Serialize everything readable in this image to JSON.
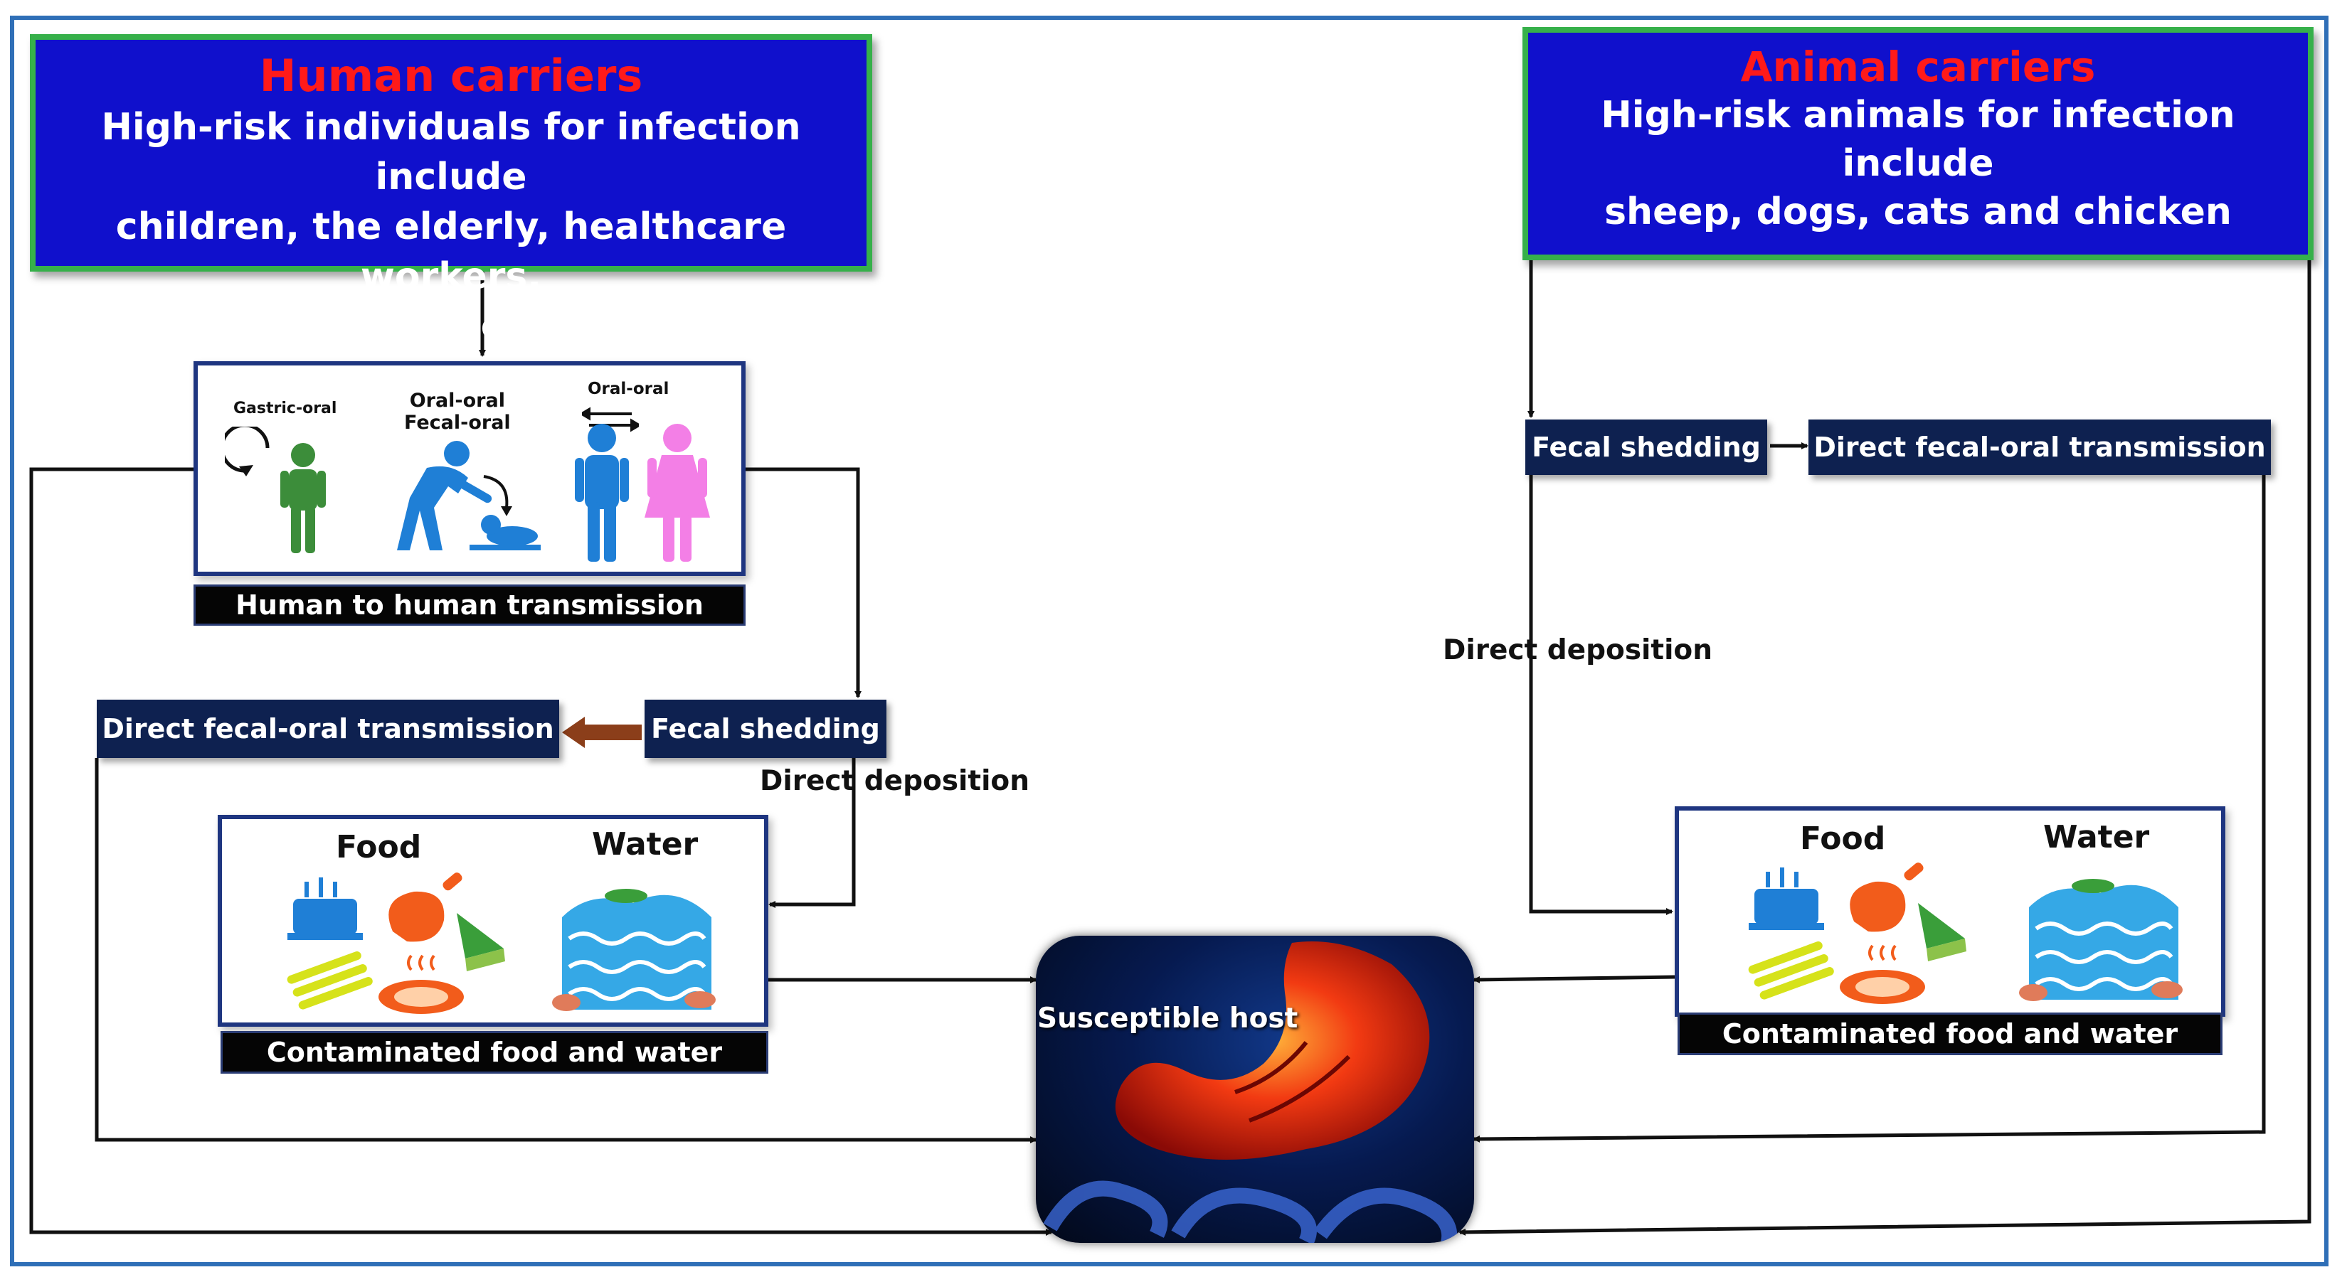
{
  "human_carriers": {
    "title": "Human carriers",
    "description": "High-risk individuals for infection include\nchildren, the elderly, healthcare workers,\nand those in developing countries"
  },
  "animal_carriers": {
    "title": "Animal carriers",
    "description": "High-risk animals for infection include\nsheep, dogs, cats and chicken"
  },
  "human_transmission": {
    "gastric_oral": "Gastric-oral",
    "oral_fecal": "Oral-oral\nFecal-oral",
    "oral_oral": "Oral-oral",
    "caption": "Human to human transmission"
  },
  "left_flow": {
    "fecal_shedding": "Fecal shedding",
    "direct_fecal_oral": "Direct fecal-oral  transmission",
    "direct_deposition": "Direct deposition"
  },
  "right_flow": {
    "fecal_shedding": "Fecal shedding",
    "direct_fecal_oral": "Direct fecal-oral  transmission",
    "direct_deposition": "Direct deposition"
  },
  "food_water_left": {
    "food": "Food",
    "water": "Water",
    "caption": "Contaminated food and water"
  },
  "food_water_right": {
    "food": "Food",
    "water": "Water",
    "caption": "Contaminated food and water"
  },
  "host": {
    "label": "Susceptible host"
  },
  "colors": {
    "carrier_fill": "#1010cc",
    "carrier_border": "#36b04a",
    "carrier_title": "#ff1a1a",
    "navy_box": "#0e2150",
    "frame": "#2f6fb7",
    "person_green": "#3c8d3a",
    "person_blue": "#1f7fd6",
    "person_pink": "#f37fe6"
  }
}
